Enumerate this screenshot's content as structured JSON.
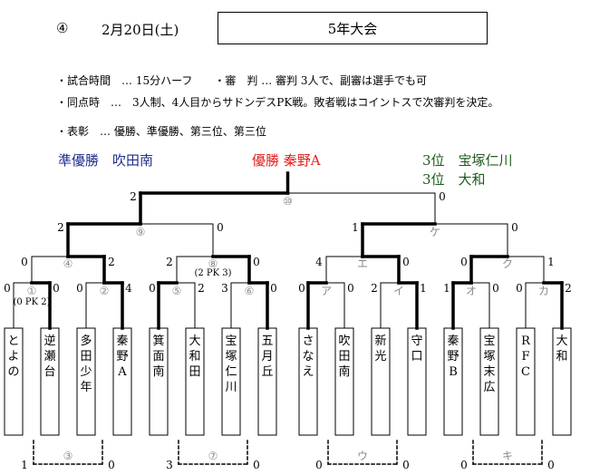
{
  "header": {
    "number": "④",
    "date": "2月20日(土)",
    "title": "5年大会"
  },
  "rules": [
    {
      "bullet": "・",
      "text": "試合時間　… 15分ハーフ　　・審　判 … 審判 3人で、副審は選手でも可"
    },
    {
      "bullet": "・",
      "text": "同点時　…　3人制、4人目からサドンデスPK戦。敗者戦はコイントスで次審判を決定。"
    },
    {
      "bullet": "・",
      "text": "表彰　… 優勝、準優勝、第三位、第三位"
    }
  ],
  "results": {
    "runner_up": "準優勝　吹田南",
    "winner": "優勝 秦野A",
    "third_1": "3位　宝塚仁川",
    "third_2": "3位　大和"
  },
  "colors": {
    "runner_up": "#1f2d8c",
    "winner": "#e0201c",
    "third": "#1e5a1e",
    "match_label": "#888888",
    "line": "#000000"
  },
  "teams": [
    "とよの",
    "逆瀬台",
    "多田少年",
    "秦野A",
    "箕面南",
    "大和田",
    "宝塚仁川",
    "五月丘",
    "さなえ",
    "吹田南",
    "新光",
    "守口",
    "秦野B",
    "宝塚末広",
    "RFC",
    "大和"
  ],
  "matches": {
    "r1": [
      "①",
      "②",
      "⑤",
      "⑥",
      "ア",
      "イ",
      "オ",
      "カ"
    ],
    "r2": [
      "④",
      "⑧",
      "エ",
      "ク"
    ],
    "r3": [
      "⑨",
      "ケ"
    ],
    "final": "⑩",
    "consolation": [
      "③",
      "⑦",
      "ウ",
      "キ"
    ]
  },
  "scores": {
    "r1": [
      "0",
      "0",
      "0",
      "4",
      "0",
      "2",
      "3",
      "0",
      "0",
      "0",
      "2",
      "1",
      "1",
      "0",
      "0",
      "2"
    ],
    "r2": [
      "0",
      "2",
      "2",
      "0",
      "4",
      "0",
      "0",
      "1"
    ],
    "r3": [
      "2",
      "0",
      "1",
      "0"
    ],
    "final": [
      "2",
      "0"
    ],
    "consolation": [
      "1",
      "0",
      "3",
      "0",
      "0",
      "0",
      "0",
      "0"
    ]
  },
  "pk_notes": {
    "m1": "(0 PK 2)",
    "m8": "(2 PK 3)"
  }
}
